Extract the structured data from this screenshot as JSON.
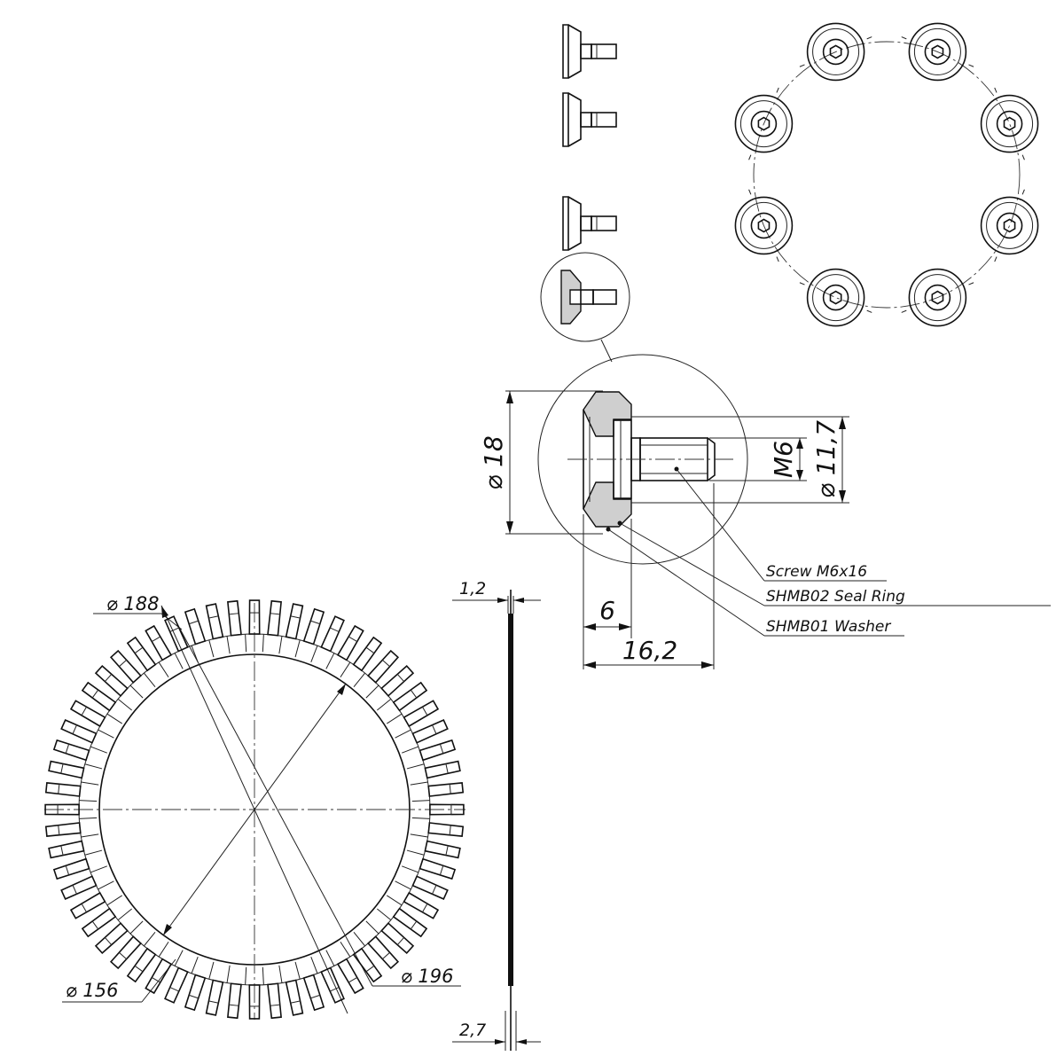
{
  "parts": {
    "screw": "Screw M6x16",
    "seal_ring": "SHMB02  Seal Ring",
    "washer": "SHMB01  Washer"
  },
  "dimensions": {
    "head_diameter": "18",
    "thread": "M6",
    "shank_diameter": "11,7",
    "head_length": "6",
    "total_length": "16,2",
    "inner_diameter": "156",
    "mid_diameter": "188",
    "outer_diameter": "196",
    "seal_thickness": "1,2",
    "tooth_thickness": "2,7"
  },
  "symbols": {
    "diameter": "⌀"
  },
  "layout_counts": {
    "bolt_pattern_count": 8,
    "tooth_count": 60
  }
}
